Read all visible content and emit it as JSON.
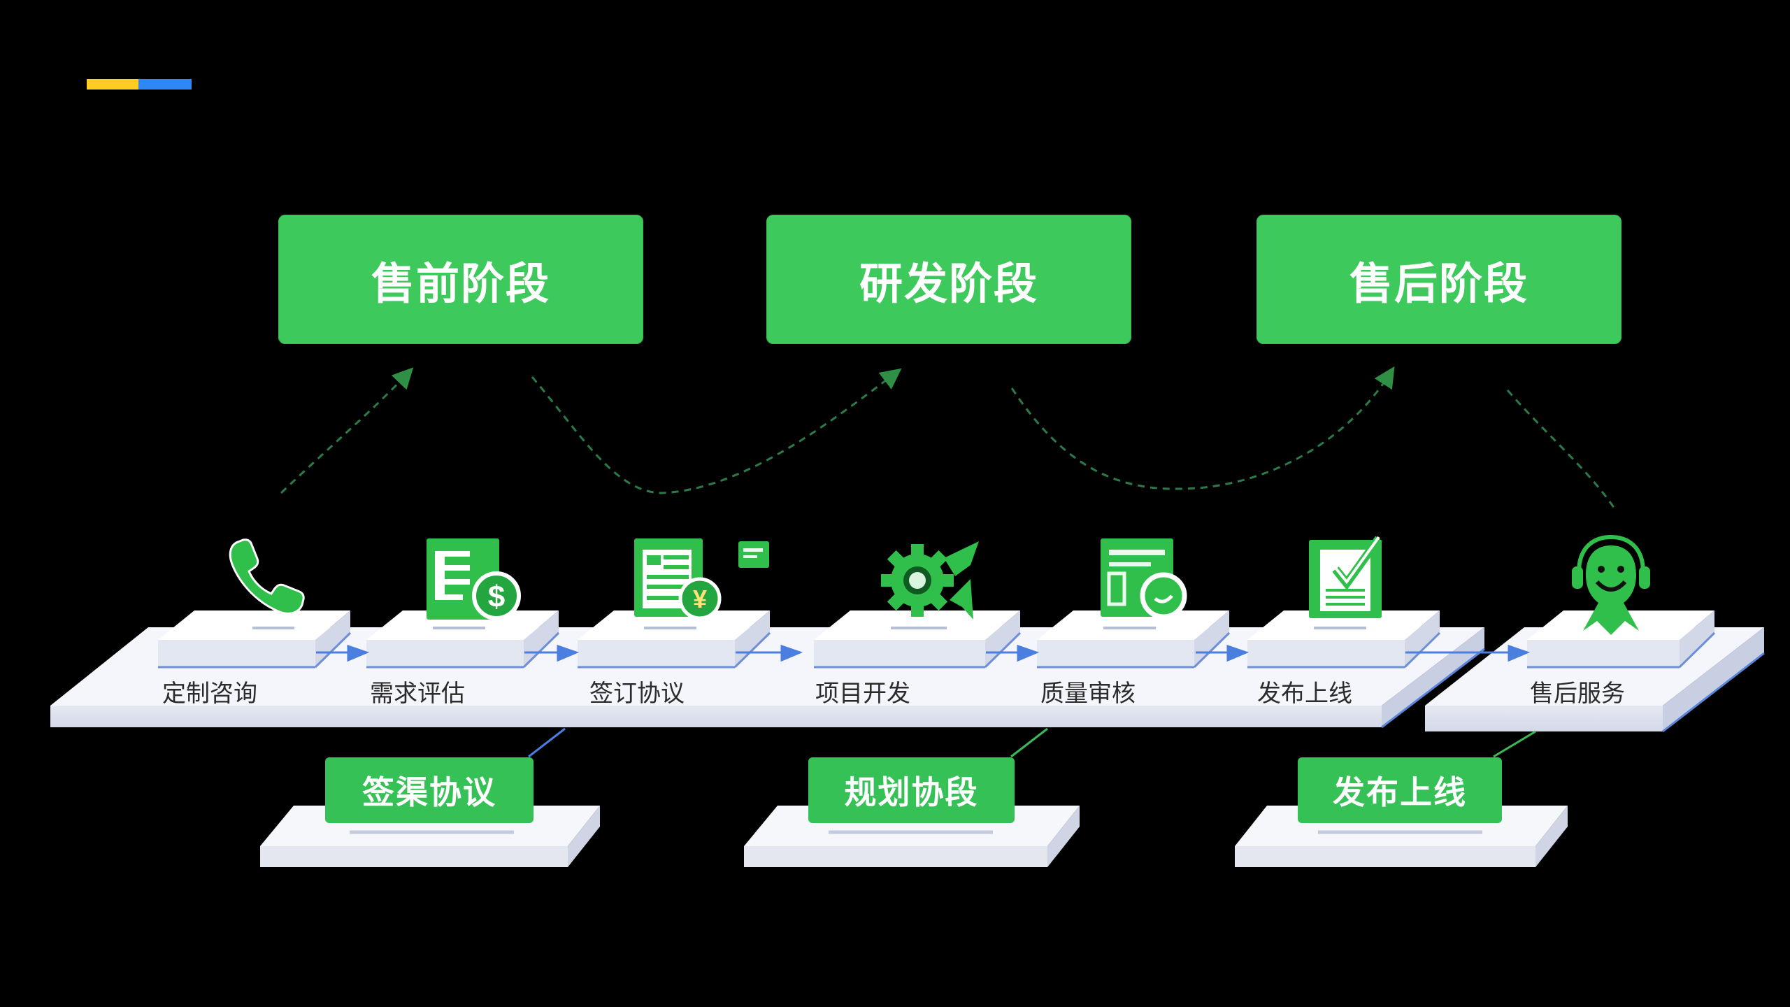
{
  "accent_bar": {
    "colors": [
      "#ffcc22",
      "#2f86f6"
    ]
  },
  "phases": [
    {
      "label": "售前阶段",
      "color": "#3ec95c"
    },
    {
      "label": "研发阶段",
      "color": "#3ec95c"
    },
    {
      "label": "售后阶段",
      "color": "#3ec95c"
    }
  ],
  "stages": [
    {
      "label": "定制咨询",
      "icon": "phone-icon"
    },
    {
      "label": "需求评估",
      "icon": "invoice-dollar-icon"
    },
    {
      "label": "签订协议",
      "icon": "contract-yuan-icon"
    },
    {
      "label": "项目开发",
      "icon": "gear-wrench-icon"
    },
    {
      "label": "质量审核",
      "icon": "quality-check-document-icon"
    },
    {
      "label": "发布上线",
      "icon": "checklist-icon"
    },
    {
      "label": "售后服务",
      "icon": "support-agent-icon"
    }
  ],
  "milestones": [
    {
      "label": "签渠协议"
    },
    {
      "label": "规划协段"
    },
    {
      "label": "发布上线"
    }
  ],
  "colors": {
    "brand_green": "#3ec95c",
    "icon_green": "#2fbf4a",
    "flow_arrow_blue": "#4a7fe0",
    "platform_white": "#f3f5fb",
    "label_text": "#2b2b2b",
    "background": "#000000"
  }
}
